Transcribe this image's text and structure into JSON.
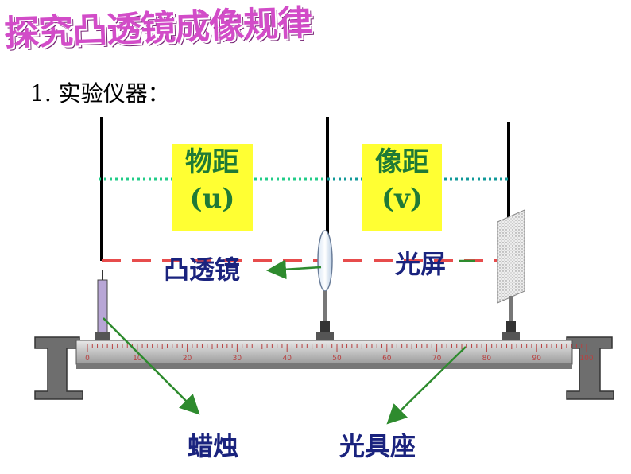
{
  "title": "探究凸透镜成像规律",
  "subtitle": "1. 实验仪器：",
  "labels": {
    "object_distance": "物距",
    "object_symbol": "(u)",
    "image_distance": "像距",
    "image_symbol": "(v)",
    "lens": "凸透镜",
    "screen": "光屏",
    "candle": "蜡烛",
    "optical_bench": "光具座"
  },
  "scale": {
    "ticks": [
      "0",
      "10",
      "20",
      "30",
      "40",
      "50",
      "60",
      "70",
      "80",
      "90",
      "100"
    ]
  },
  "colors": {
    "title": "#d24cc8",
    "label_fill": "#ffff33",
    "label_text": "#1f7a36",
    "axis_dashed": "#e74c4c",
    "dotted_line": "#22cc88",
    "pointer_arrow": "#2e8b2e",
    "hand_label": "#1a237e"
  }
}
